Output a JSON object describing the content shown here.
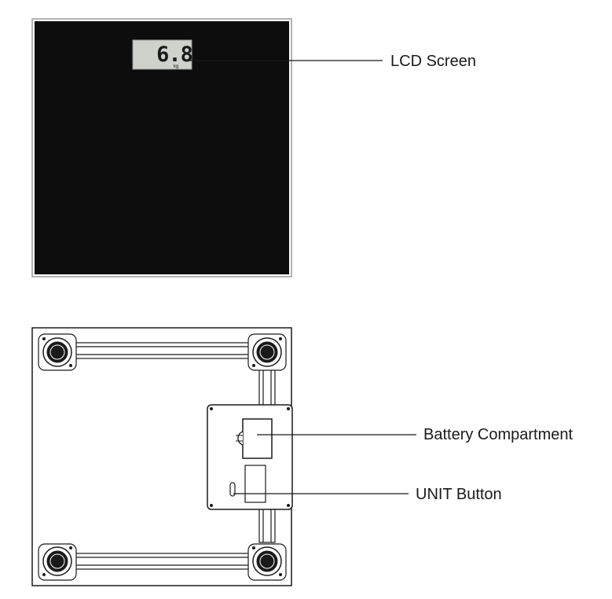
{
  "top_view": {
    "lcd_reading": "6.8",
    "lcd_unit": "kg"
  },
  "callouts": {
    "lcd_screen": "LCD Screen",
    "battery_compartment": "Battery Compartment",
    "unit_button": "UNIT Button"
  },
  "colors": {
    "glass_top": "#0d0d0d",
    "frame": "#b3b3b3",
    "lcd_background": "#cfd1cb",
    "line": "#1a1a1a"
  }
}
